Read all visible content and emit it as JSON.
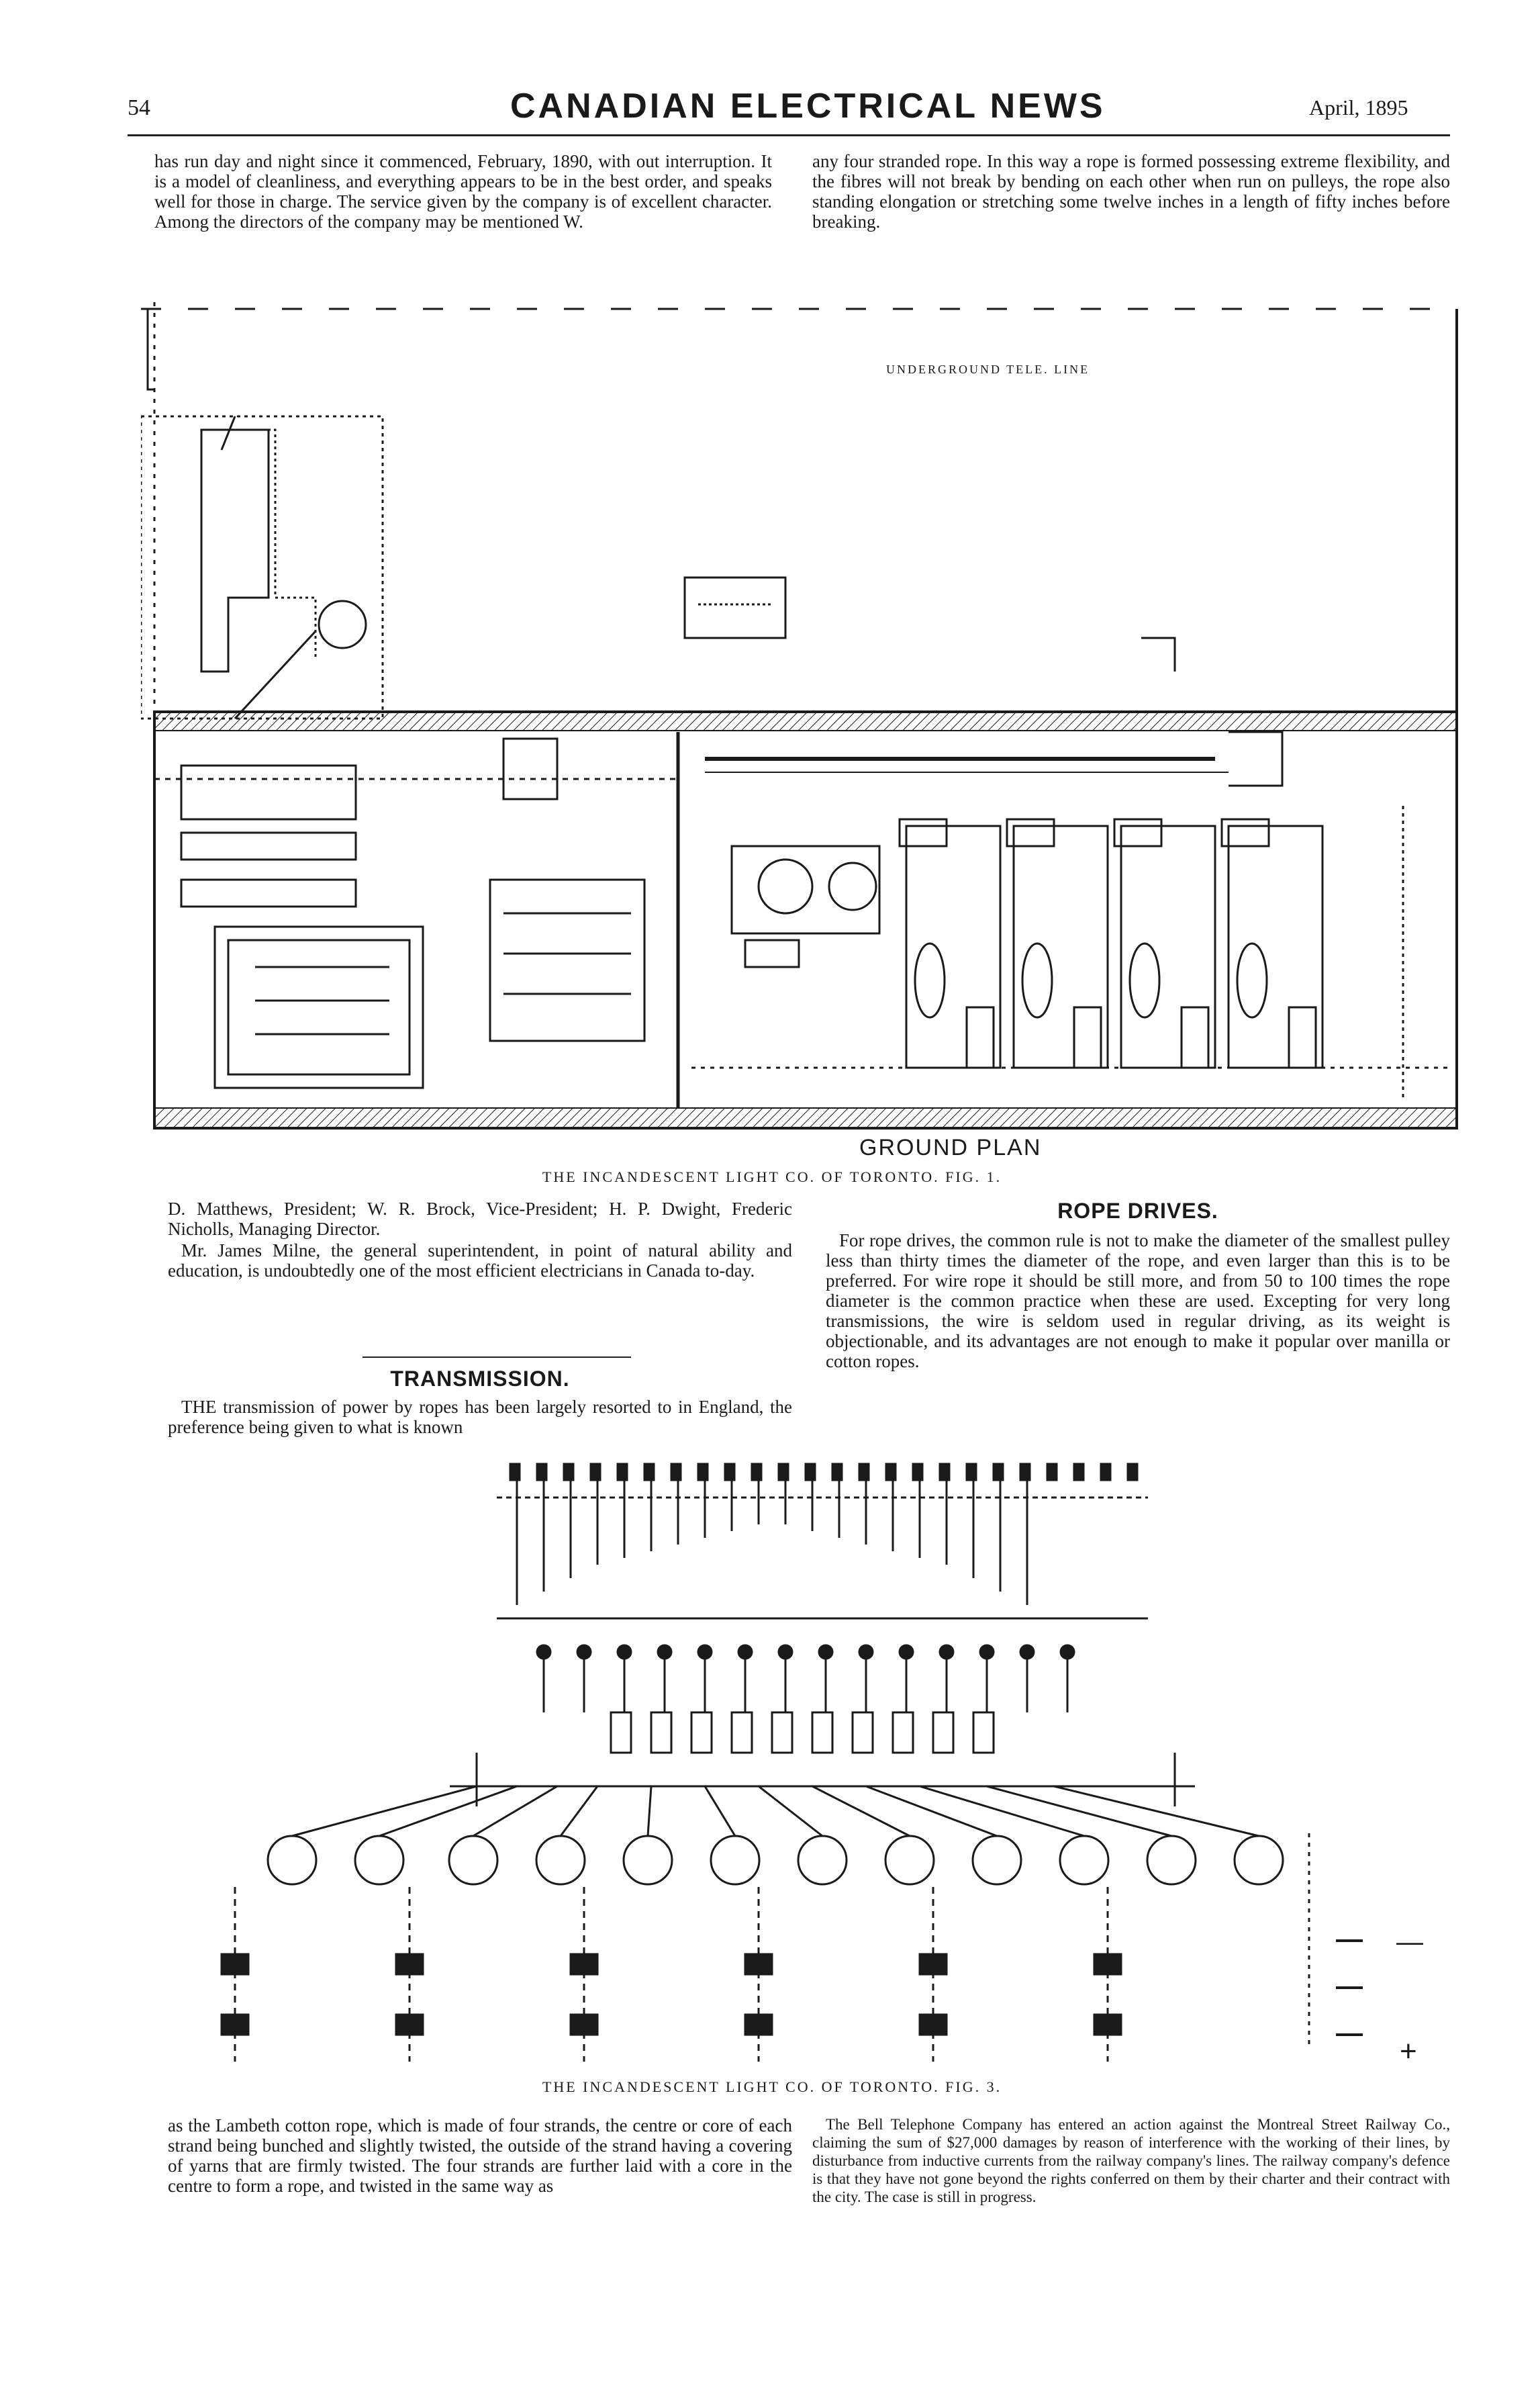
{
  "header": {
    "page_number": "54",
    "title": "CANADIAN ELECTRICAL NEWS",
    "date": "April, 1895"
  },
  "top_left_text": "has run day and night since it commenced, February, 1890, with out interruption. It is a model of cleanliness, and everything appears to be in the best order, and speaks well for those in charge. The service given by the company is of excellent character. Among the directors of the company may be mentioned W.",
  "top_right_text": "any four stranded rope. In this way a rope is formed possessing extreme flexibility, and the fibres will not break by bending on each other when run on pulleys, the rope also standing elongation or stretching some twelve inches in a length of fifty inches before breaking.",
  "figure1": {
    "title": "GROUND PLAN",
    "caption": "THE INCANDESCENT LIGHT CO. OF TORONTO. FIG. 1.",
    "inner_label": "UNDERGROUND TELE. LINE"
  },
  "mid_left": {
    "paragraph": "D. Matthews, President; W. R. Brock, Vice-President; H. P. Dwight, Frederic Nicholls, Managing Director.",
    "paragraph2": "Mr. James Milne, the general superintendent, in point of natural ability and education, is undoubtedly one of the most efficient electricians in Canada to-day.",
    "section_title": "TRANSMISSION.",
    "section_text": "THE transmission of power by ropes has been largely resorted to in England, the preference being given to what is known"
  },
  "mid_right": {
    "section_title": "ROPE DRIVES.",
    "section_text": "For rope drives, the common rule is not to make the diameter of the smallest pulley less than thirty times the diameter of the rope, and even larger than this is to be preferred. For wire rope it should be still more, and from 50 to 100 times the rope diameter is the common practice when these are used. Excepting for very long transmissions, the wire is seldom used in regular driving, as its weight is objectionable, and its advantages are not enough to make it popular over manilla or cotton ropes."
  },
  "figure3": {
    "caption": "THE INCANDESCENT LIGHT CO. OF TORONTO. FIG. 3.",
    "minus": "—",
    "plus": "+"
  },
  "bottom_left_text": "as the Lambeth cotton rope, which is made of four strands, the centre or core of each strand being bunched and slightly twisted, the outside of the strand having a covering of yarns that are firmly twisted. The four strands are further laid with a core in the centre to form a rope, and twisted in the same way as",
  "bottom_right_text": "The Bell Telephone Company has entered an action against the Montreal Street Railway Co., claiming the sum of $27,000 damages by reason of interference with the working of their lines, by disturbance from inductive currents from the railway company's lines. The railway company's defence is that they have not gone beyond the rights conferred on them by their charter and their contract with the city. The case is still in progress."
}
